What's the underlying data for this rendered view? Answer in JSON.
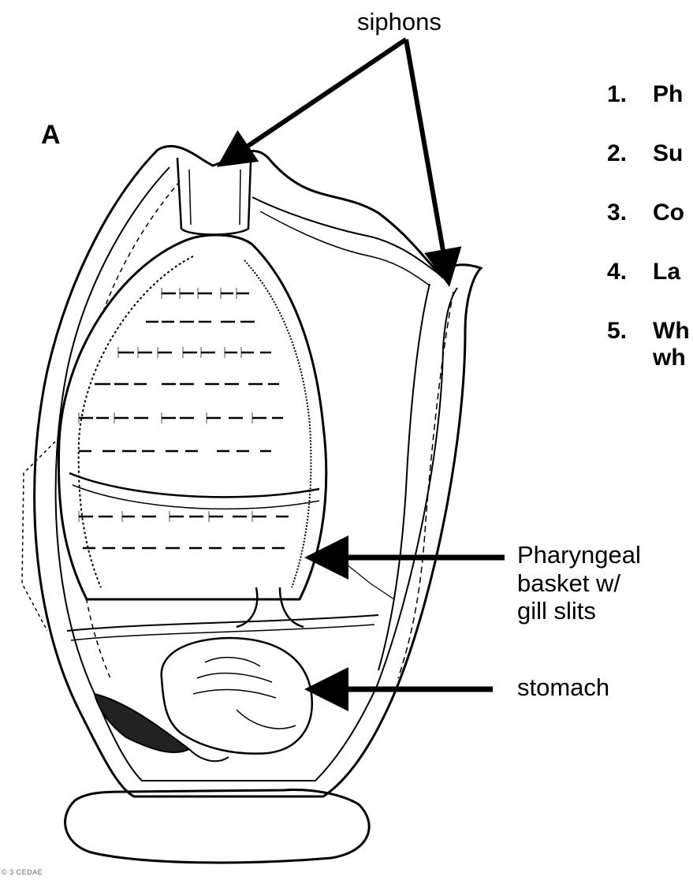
{
  "diagram": {
    "panel_letter": "A",
    "labels": {
      "siphons": "siphons",
      "pharyngeal": [
        "Pharyngeal",
        "basket w/",
        "gill slits"
      ],
      "stomach": "stomach"
    },
    "questions": [
      {
        "num": "1.",
        "text": "Ph"
      },
      {
        "num": "2.",
        "text": "Su"
      },
      {
        "num": "3.",
        "text": "Co"
      },
      {
        "num": "4.",
        "text": "La"
      },
      {
        "num": "5.",
        "text": "Wh",
        "cont": "wh"
      }
    ],
    "credit": "© 3 CEDAE"
  }
}
